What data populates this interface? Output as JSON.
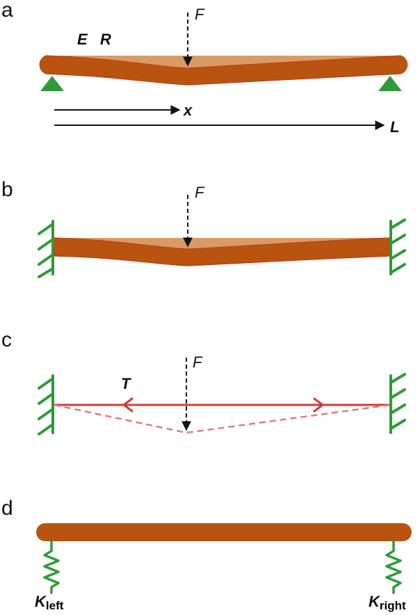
{
  "colors": {
    "beam": "#b85410",
    "beam_edge": "#c23a1a",
    "undeformed": "#d99a66",
    "support": "#2f9a3a",
    "string": "#d23c3c",
    "string_dashed": "#e07a7a",
    "arrow": "#111111"
  },
  "panels": {
    "a": {
      "label": "a",
      "force": "F",
      "modulus": "E",
      "radius": "R",
      "position": "x",
      "length": "L"
    },
    "b": {
      "label": "b",
      "force": "F"
    },
    "c": {
      "label": "c",
      "force": "F",
      "tension": "T"
    },
    "d": {
      "label": "d",
      "spring_left_main": "K",
      "spring_left_sub": "left",
      "spring_right_main": "K",
      "spring_right_sub": "right"
    }
  }
}
